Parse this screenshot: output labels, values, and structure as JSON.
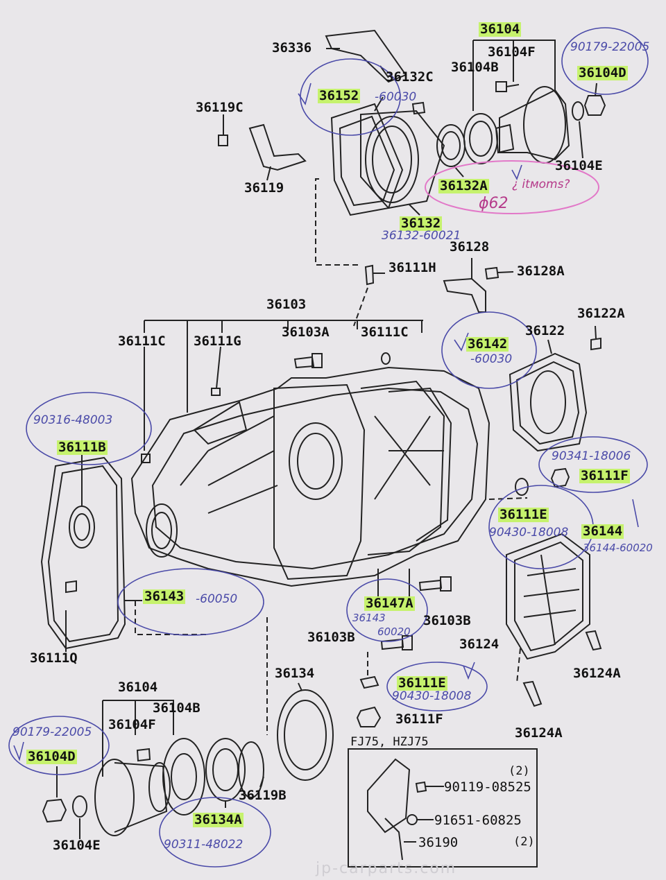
{
  "labels": {
    "p36104_top": "36104",
    "p36336": "36336",
    "p36104F_top": "36104F",
    "p36104B_top": "36104B",
    "p36104D_top": "36104D",
    "p36132C": "36132C",
    "p36152": "36152",
    "p36119C": "36119C",
    "p36119": "36119",
    "p36132A": "36132A",
    "p36104E_top": "36104E",
    "p36132": "36132",
    "p36128": "36128",
    "p36111H": "36111H",
    "p36128A": "36128A",
    "p36103": "36103",
    "p36122A": "36122A",
    "p36122": "36122",
    "p36111C_left": "36111C",
    "p36111G": "36111G",
    "p36103A": "36103A",
    "p36111C_mid": "36111C",
    "p36142": "36142",
    "p36111B": "36111B",
    "p36111F_right": "36111F",
    "p36111E_right": "36111E",
    "p36144": "36144",
    "p36143": "36143",
    "p36147A": "36147A",
    "p36103B_right": "36103B",
    "p36103B_mid": "36103B",
    "p36124": "36124",
    "p36111Q": "36111Q",
    "p36124A_a": "36124A",
    "p36104_bot": "36104",
    "p36134": "36134",
    "p36111E_mid": "36111E",
    "p36104B_bot": "36104B",
    "p36104F_bot": "36104F",
    "p36111F_mid": "36111F",
    "p36124A_b": "36124A",
    "p36104D_bot": "36104D",
    "p36119B": "36119B",
    "p36134A": "36134A",
    "p36104E_bot": "36104E"
  },
  "handwritten": {
    "n90179_top": "90179-22005",
    "n60030_top": "-60030",
    "n_itmoms": "¿ itмoms?",
    "n_phi62": "ϕ62",
    "n36132_60021": "36132-60021",
    "n60030_mid": "-60030",
    "n90316": "90316-48003",
    "n90341": "90341-18006",
    "n90430_right": "90430-18008",
    "n36144_60020": "36144-60020",
    "n60050": "-60050",
    "n36143_60020_a": "36143",
    "n36143_60020_b": "60020",
    "n90430_mid": "90430-18008",
    "n90179_bot": "90179-22005",
    "n90311": "90311-48022"
  },
  "inset": {
    "title": "FJ75, HZJ75",
    "part1": "90119-08525",
    "part1_qty": "(2)",
    "part2": "91651-60825",
    "part3": "36190",
    "part3_qty": "(2)"
  },
  "colors": {
    "highlight": "#c6f26d",
    "ink_blue": "#4a4aa8",
    "ink_pink": "#e278c8",
    "paper": "#e9e7ea"
  }
}
